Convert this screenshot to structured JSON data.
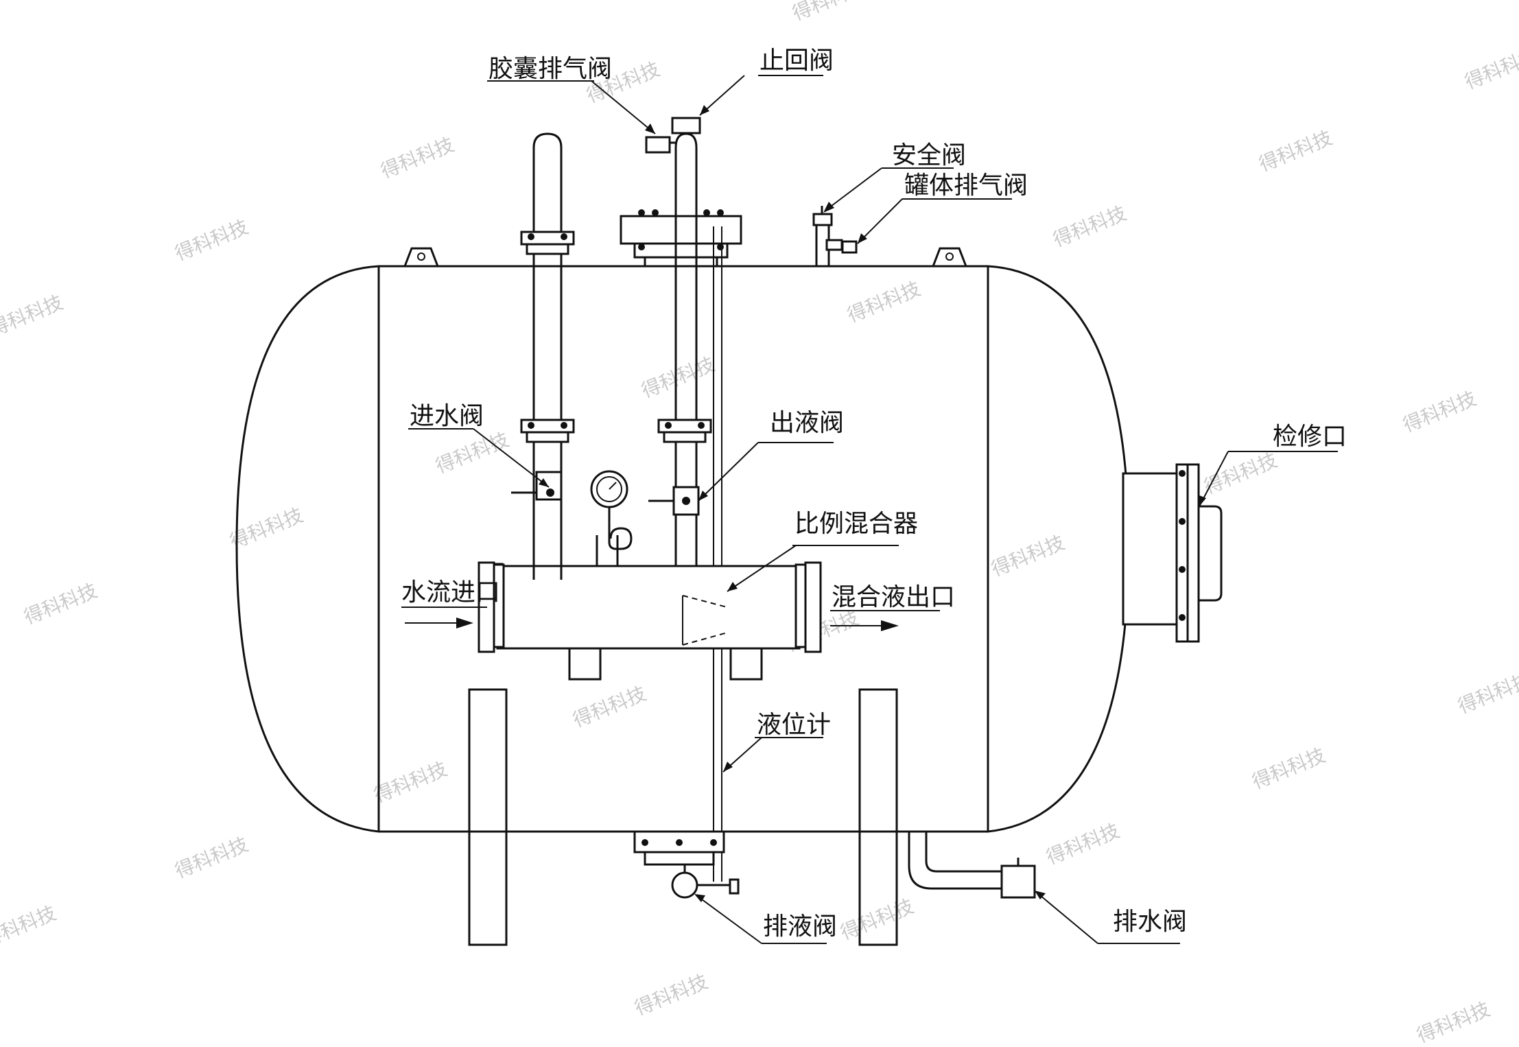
{
  "labels": {
    "bladder_vent": "胶囊排气阀",
    "check_valve": "止回阀",
    "safety_valve": "安全阀",
    "tank_vent": "罐体排气阀",
    "water_inlet_valve": "进水阀",
    "liquid_outlet_valve": "出液阀",
    "inspection_port": "检修口",
    "proportioner": "比例混合器",
    "water_inlet": "水流进口",
    "mixture_outlet": "混合液出口",
    "level_gauge": "液位计",
    "drain_liquid_valve": "排液阀",
    "drain_water_valve": "排水阀"
  },
  "watermark": "得科科技"
}
